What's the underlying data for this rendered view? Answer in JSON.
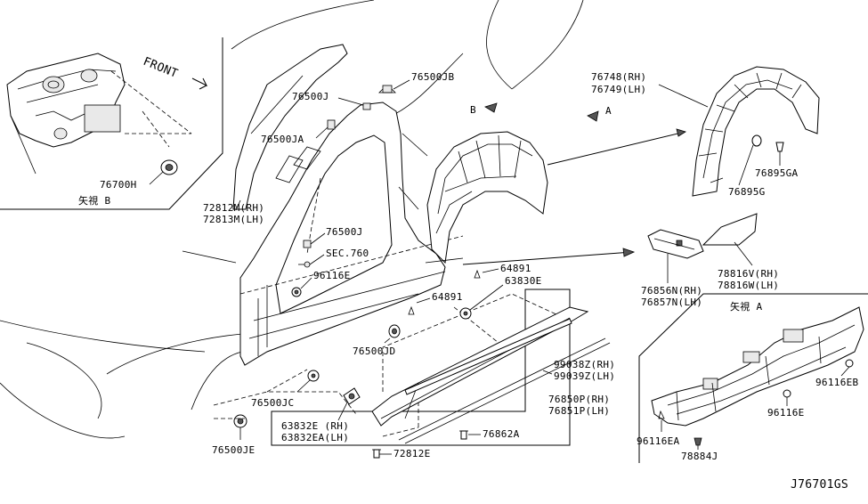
{
  "labels": {
    "front": "FRONT",
    "view_b": "矢視 B",
    "view_a": "矢視 A",
    "arrow_b": "B",
    "arrow_a": "A",
    "p76700H": "76700H",
    "p72812M": "72812M(RH)",
    "p72813M": "72813M(LH)",
    "p76500J_top": "76500J",
    "p76500JA": "76500JA",
    "p76500JB": "76500JB",
    "p76500J_mid": "76500J",
    "sec760": "SEC.760",
    "p96116E_left": "96116E",
    "p76500JD": "76500JD",
    "p76500JC": "76500JC",
    "p76500JE": "76500JE",
    "p63832E": "63832E (RH)",
    "p63832EA": "63832EA(LH)",
    "p72812E": "72812E",
    "p76862A": "76862A",
    "p76850P": "76850P(RH)",
    "p76851P": "76851P(LH)",
    "p99038Z": "99038Z(RH)",
    "p99039Z": "99039Z(LH)",
    "p63830E": "63830E",
    "p64891_a": "64891",
    "p64891_b": "64891",
    "p76748": "76748(RH)",
    "p76749": "76749(LH)",
    "p76895GA": "76895GA",
    "p76895G": "76895G",
    "p76856N": "76856N(RH)",
    "p76857N": "76857N(LH)",
    "p78816V": "78816V(RH)",
    "p78816W": "78816W(LH)",
    "p96116EB": "96116EB",
    "p96116E_right": "96116E",
    "p96116EA": "96116EA",
    "p78884J": "78884J",
    "diagram_code": "J76701GS"
  }
}
